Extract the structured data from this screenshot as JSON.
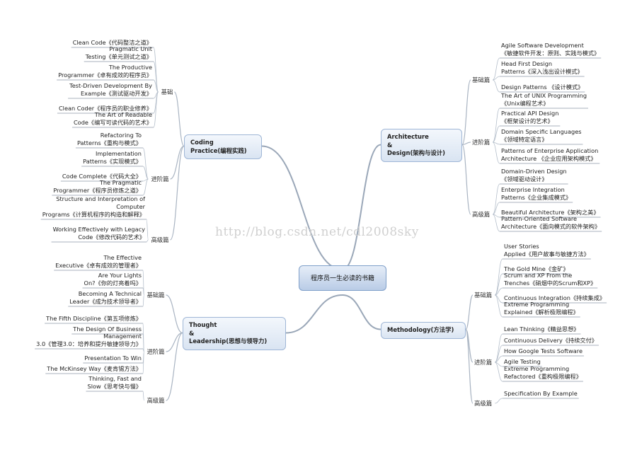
{
  "center": "程序员一生必读的书籍",
  "watermark": "http://blog.csdn.net/cdl2008sky",
  "branches": [
    {
      "id": "coding",
      "label": "Coding\nPractice(编程实践)",
      "groups": [
        {
          "label": "基础",
          "items": [
            "Clean Code《代码整洁之道》",
            "Pragmatic Unit\nTesting《单元测试之道》",
            "The Productive\nProgrammer《卓有成效的程序员》",
            "Test-Driven Development By\nExample《测试驱动开发》",
            "Clean Coder《程序员的职业修养》",
            "The Art of Readable\nCode《编写可读代码的艺术》"
          ]
        },
        {
          "label": "进阶篇",
          "items": [
            "Refactoring To\nPatterns《重构与模式》",
            "Implementation\nPatterns《实现模式》",
            "Code Complete《代码大全》",
            "The Pragmatic\nProgrammer《程序员修炼之道》"
          ]
        },
        {
          "label": "高级篇",
          "items": [
            "Structure and Interpretation of\nComputer\nPrograms《计算机程序的构造和解释》",
            "Working Effectively with Legacy\nCode《修改代码的艺术》"
          ]
        }
      ]
    },
    {
      "id": "thought",
      "label": "Thought\n&\nLeadership(思想与领导力)",
      "groups": [
        {
          "label": "基础篇",
          "items": [
            "The Effective\nExecutive《卓有成效的管理者》",
            "Are Your Lights\nOn?《你的灯亮着吗》",
            "Becoming A Technical\nLeader《成为技术领导者》"
          ]
        },
        {
          "label": "进阶篇",
          "items": [
            "The Fifth Discipline《第五项修炼》",
            "The Design Of Business",
            "Management\n3.0《管理3.0：培养和提升敏捷领导力》",
            "Presentation To Win",
            "The McKinsey Way《麦肯锡方法》"
          ]
        },
        {
          "label": "高级篇",
          "items": [
            "Thinking, Fast and\nSlow《思考快与慢》"
          ]
        }
      ]
    },
    {
      "id": "arch",
      "label": "Architecture\n&\nDesign(架构与设计)",
      "groups": [
        {
          "label": "基础篇",
          "items": [
            "Agile Software Development\n《敏捷软件开发：原则、实践与模式》",
            "Head First Design\nPatterns《深入浅出设计模式》",
            "Design Patterns 《设计模式》"
          ]
        },
        {
          "label": "进阶篇",
          "items": [
            "The Art of UNIX Programming\n《Unix编程艺术》",
            "Practical API Design\n《框架设计的艺术》",
            "Domain Specific Languages\n《领域特定语言》",
            "Patterns of Enterprise Application\nArchitecture 《企业应用架构模式》"
          ]
        },
        {
          "label": "高级篇",
          "items": [
            "Domain-Driven Design\n《领域驱动设计》",
            "Enterprise Integration\nPatterns《企业集成模式》",
            "Beautiful Architecture《架构之美》",
            "Pattern-Oriented Software\nArchitecture《面向模式的软件架构》"
          ]
        }
      ]
    },
    {
      "id": "method",
      "label": "Methodology(方法学)",
      "groups": [
        {
          "label": "基础篇",
          "items": [
            "User Stories\nApplied《用户故事与敏捷方法》",
            "The Gold Mine《金矿》",
            "Scrum and XP From the\nTrenches《硝烟中的Scrum和XP》",
            "Continuous Integration《持续集成》",
            "Extreme Programming\nExplained《解析极限编程》"
          ]
        },
        {
          "label": "进阶篇",
          "items": [
            "Lean Thinking《精益思想》",
            "Continuous Delivery《持续交付》",
            "How Google Tests Software",
            "Agile Testing",
            "Extreme Programming\nRefactored《重构极限编程》"
          ]
        },
        {
          "label": "高级篇",
          "items": [
            "Specification By Example"
          ]
        }
      ]
    }
  ]
}
